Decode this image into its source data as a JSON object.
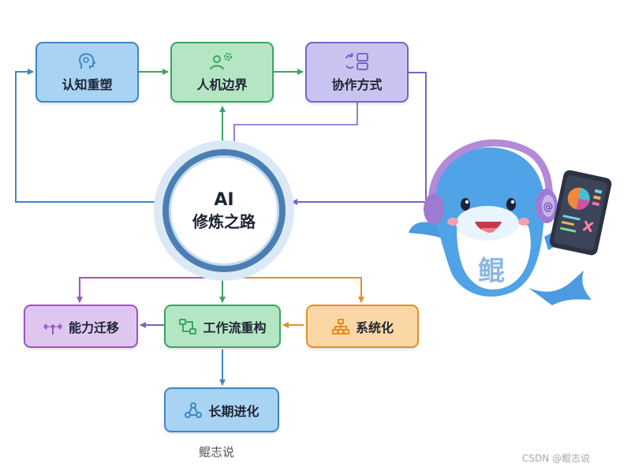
{
  "hub": {
    "line1": "AI",
    "line2": "修炼之路"
  },
  "nodes": {
    "cognition": "认知重塑",
    "boundary": "人机边界",
    "collaboration": "协作方式",
    "capability": "能力迁移",
    "workflow": "工作流重构",
    "systematize": "系统化",
    "evolution": "长期进化"
  },
  "mascot": {
    "chest_char": "鲲"
  },
  "watermark": "鲲志说",
  "credit": "CSDN @鲲志说",
  "colors": {
    "blue": "#3f86c6",
    "green": "#3aa564",
    "purple": "#7465c9",
    "violet": "#9a54c9",
    "orange": "#e58d2a",
    "hub_ring": "#4b7fb3"
  }
}
